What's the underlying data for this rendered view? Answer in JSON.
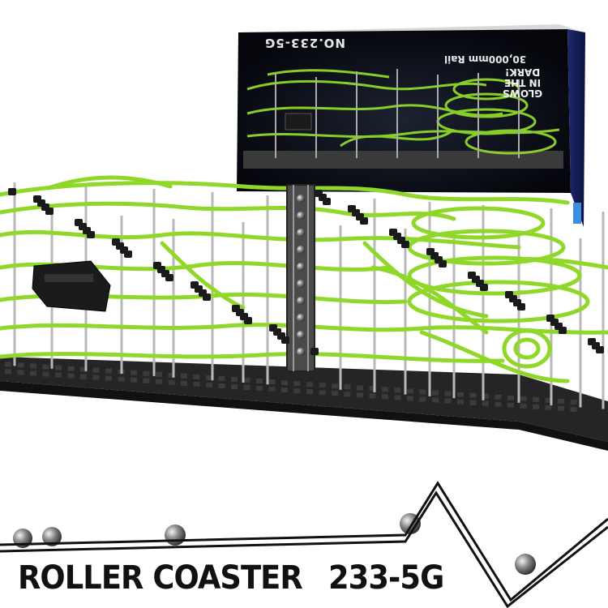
{
  "box": {
    "model_label": "NO.233-5G",
    "rail_label": "30,000mm Rail",
    "glow_label": "GLOWS\nIN THE\nDARK!"
  },
  "caption": {
    "title": "ROLLER COASTER",
    "model": "233-5G"
  },
  "colors": {
    "track_green": "#8fd82a",
    "box_background": "#0c0d18",
    "base_plate": "#222222",
    "caption_text": "#111111"
  }
}
